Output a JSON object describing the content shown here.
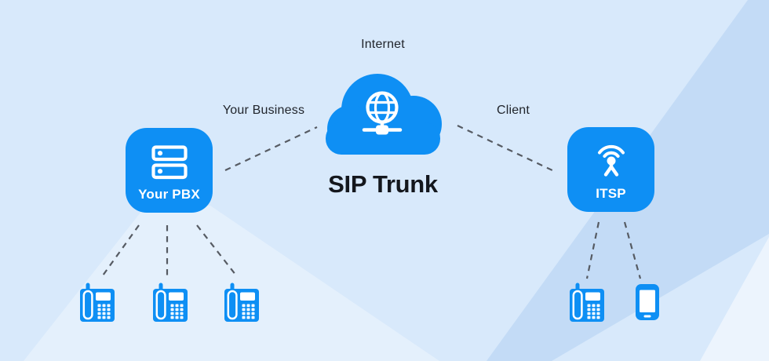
{
  "colors": {
    "accent_blue": "#0E8FF4",
    "background": "#D8E9FB",
    "connector_gray": "#565B63",
    "label_text": "#21252C",
    "title_text": "#14171D",
    "node_label_text": "#FFFFFF"
  },
  "diagram": {
    "internet": {
      "caption": "Internet",
      "title": "SIP Trunk",
      "icon": "globe-network-icon"
    },
    "links": {
      "left": {
        "label": "Your Business"
      },
      "right": {
        "label": "Client"
      }
    },
    "nodes": {
      "pbx": {
        "label": "Your PBX",
        "icon": "server-icon",
        "devices": [
          "desk-phone-icon",
          "desk-phone-icon",
          "desk-phone-icon"
        ]
      },
      "itsp": {
        "label": "ITSP",
        "icon": "antenna-icon",
        "devices": [
          "desk-phone-icon",
          "mobile-phone-icon"
        ]
      }
    }
  }
}
